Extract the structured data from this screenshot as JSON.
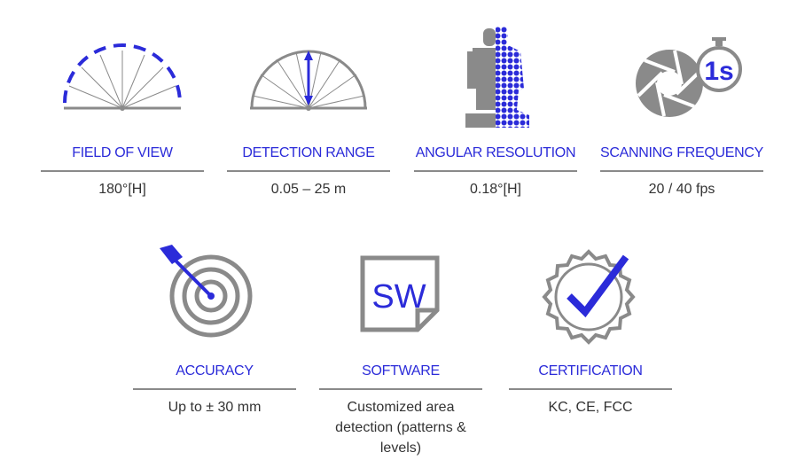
{
  "specs_row1": [
    {
      "label": "FIELD OF VIEW",
      "value": "180°[H]",
      "icon": "field-of-view-icon"
    },
    {
      "label": "DETECTION RANGE",
      "value": "0.05 – 25 m",
      "icon": "detection-range-icon"
    },
    {
      "label": "ANGULAR RESOLUTION",
      "value": "0.18°[H]",
      "icon": "angular-resolution-icon"
    },
    {
      "label": "SCANNING FREQUENCY",
      "value": "20 / 40 fps",
      "icon": "scanning-frequency-icon",
      "icon_text": "1s"
    }
  ],
  "specs_row2": [
    {
      "label": "ACCURACY",
      "value": "Up to ± 30 mm",
      "icon": "accuracy-target-icon"
    },
    {
      "label": "SOFTWARE",
      "value": "Customized area detection (patterns & levels)",
      "icon": "software-icon",
      "icon_text": "SW"
    },
    {
      "label": "CERTIFICATION",
      "value": "KC, CE, FCC",
      "icon": "certification-badge-icon"
    }
  ],
  "colors": {
    "accent": "#2b2bd9",
    "icon_gray": "#8a8a8a",
    "text": "#333333",
    "rule": "#8a8a8a"
  }
}
